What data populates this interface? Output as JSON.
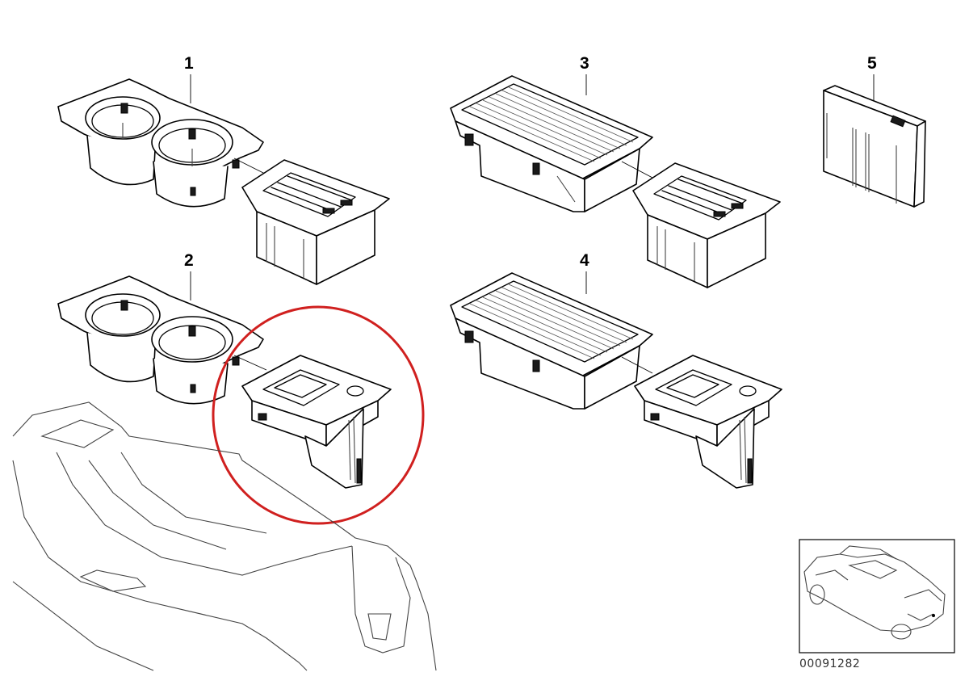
{
  "diagram": {
    "callouts": [
      {
        "id": "1",
        "label": "1"
      },
      {
        "id": "2",
        "label": "2"
      },
      {
        "id": "3",
        "label": "3"
      },
      {
        "id": "4",
        "label": "4"
      },
      {
        "id": "5",
        "label": "5"
      }
    ],
    "reference_code": "00091282",
    "highlight_color": "#d0201f",
    "line_color": "#000000"
  }
}
